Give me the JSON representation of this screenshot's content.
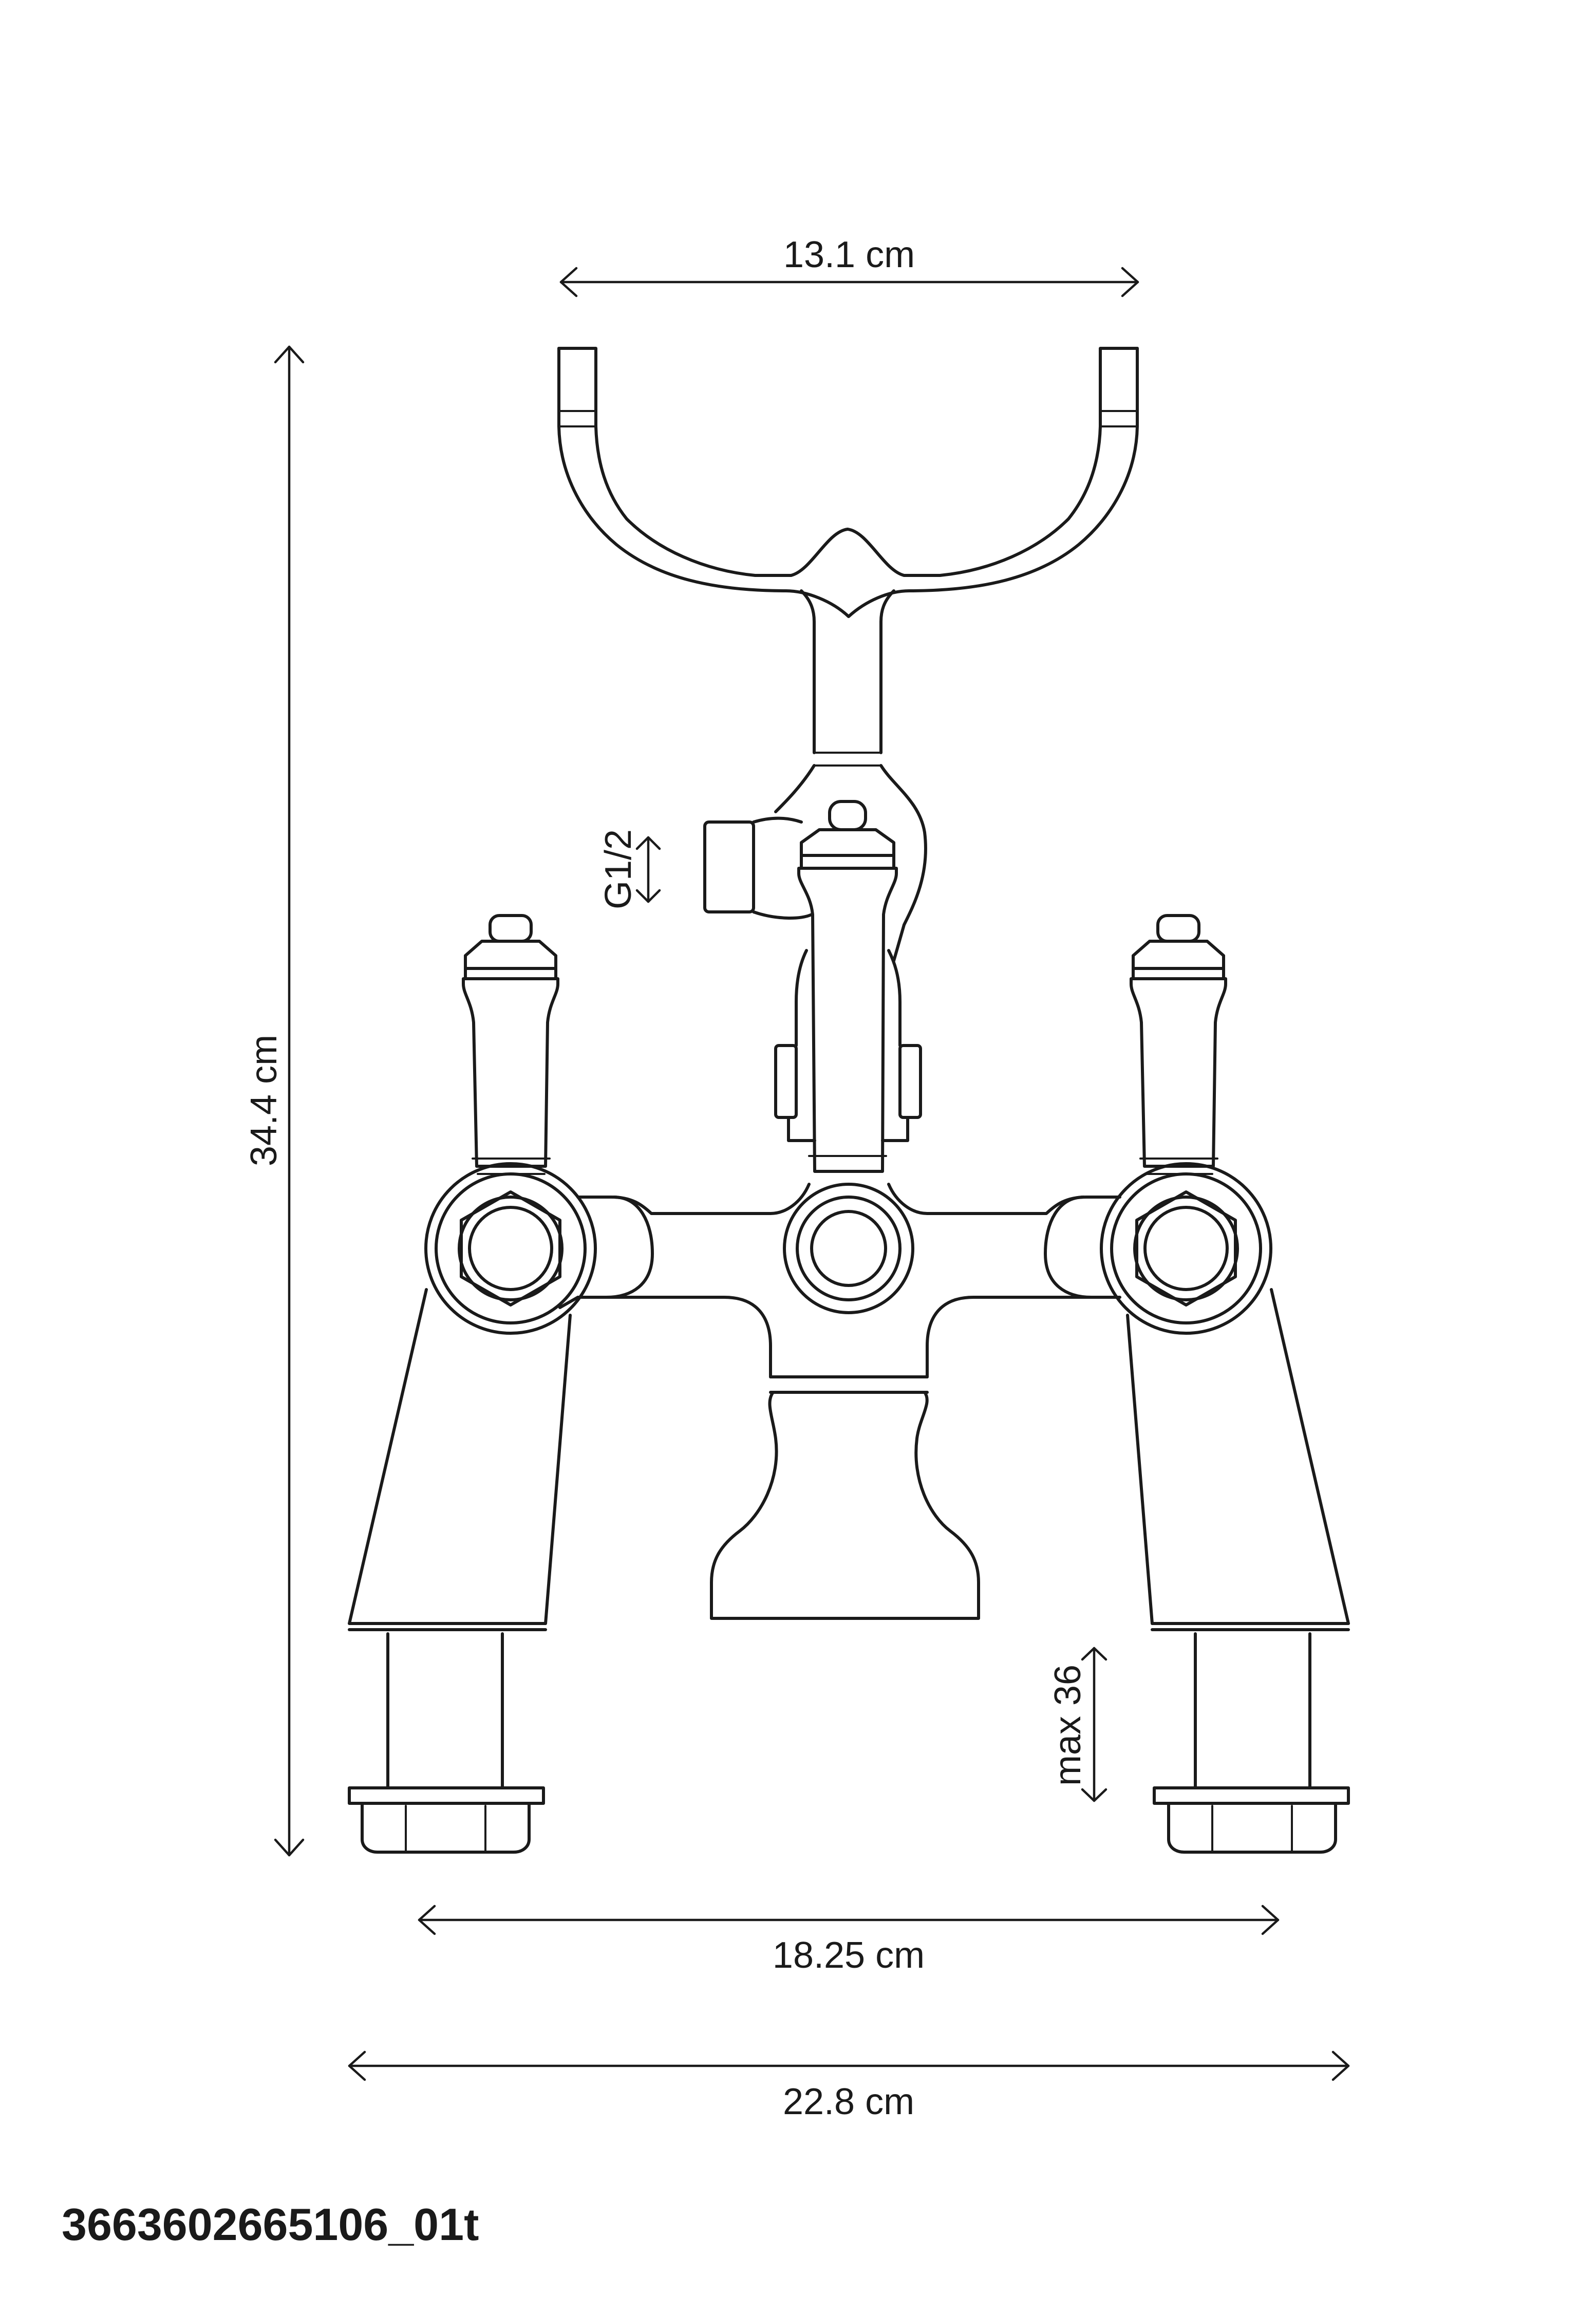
{
  "dimensions": {
    "top_width": "13.1 cm",
    "height": "34.4 cm",
    "center_distance": "18.25 cm",
    "overall_width": "22.8 cm",
    "connector_thread": "G1/2",
    "deck_thickness": "max 36"
  },
  "product_code": "3663602665106_01t",
  "colors": {
    "line": "#1a1a1a",
    "background": "#ffffff"
  }
}
